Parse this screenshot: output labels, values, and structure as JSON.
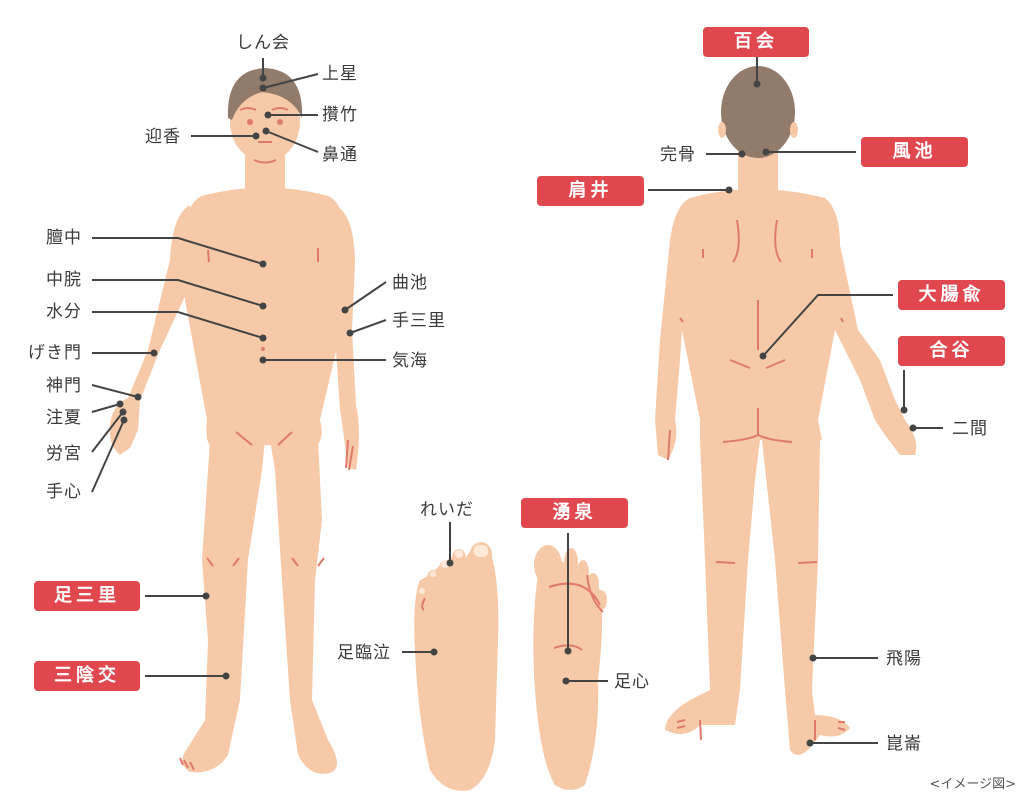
{
  "colors": {
    "skin": "#f6caa9",
    "hair": "#937b6b",
    "line_accent": "#e07a6c",
    "leader_line": "#444444",
    "tag_bg": "#e0474f",
    "tag_text": "#ffffff",
    "label_text": "#3a3a3a"
  },
  "front_view": {
    "plain_labels": [
      {
        "id": "shinkai",
        "text": "しん会"
      },
      {
        "id": "josei",
        "text": "上星"
      },
      {
        "id": "sanchiku",
        "text": "攢竹"
      },
      {
        "id": "geiko",
        "text": "迎香"
      },
      {
        "id": "bitsu",
        "text": "鼻通"
      },
      {
        "id": "danchu",
        "text": "膻中"
      },
      {
        "id": "chukan",
        "text": "中脘"
      },
      {
        "id": "suibun",
        "text": "水分"
      },
      {
        "id": "gekimon",
        "text": "げき門"
      },
      {
        "id": "shinmon",
        "text": "神門"
      },
      {
        "id": "chuka",
        "text": "注夏"
      },
      {
        "id": "rokyu",
        "text": "労宮"
      },
      {
        "id": "shushin",
        "text": "手心"
      },
      {
        "id": "kyokuchi",
        "text": "曲池"
      },
      {
        "id": "tesanri",
        "text": "手三里"
      },
      {
        "id": "kikai",
        "text": "気海"
      }
    ],
    "highlight_labels": [
      {
        "id": "ashisanri",
        "text": "足三里"
      },
      {
        "id": "sanninko",
        "text": "三陰交"
      }
    ]
  },
  "foot_view": {
    "plain_labels": [
      {
        "id": "reida",
        "text": "れいだ"
      },
      {
        "id": "ashirinkyu",
        "text": "足臨泣"
      },
      {
        "id": "sokushin",
        "text": "足心"
      }
    ],
    "highlight_labels": [
      {
        "id": "yusen",
        "text": "湧泉"
      }
    ]
  },
  "back_view": {
    "plain_labels": [
      {
        "id": "kankotsu",
        "text": "完骨"
      },
      {
        "id": "nikan",
        "text": "二間"
      },
      {
        "id": "hiyo",
        "text": "飛陽"
      },
      {
        "id": "konron",
        "text": "崑崙"
      }
    ],
    "highlight_labels": [
      {
        "id": "hyakue",
        "text": "百会"
      },
      {
        "id": "fuchi",
        "text": "風池"
      },
      {
        "id": "kensei",
        "text": "肩井"
      },
      {
        "id": "daichoyu",
        "text": "大腸兪"
      },
      {
        "id": "goukoku",
        "text": "合谷"
      }
    ]
  },
  "caption": "<イメージ図>"
}
